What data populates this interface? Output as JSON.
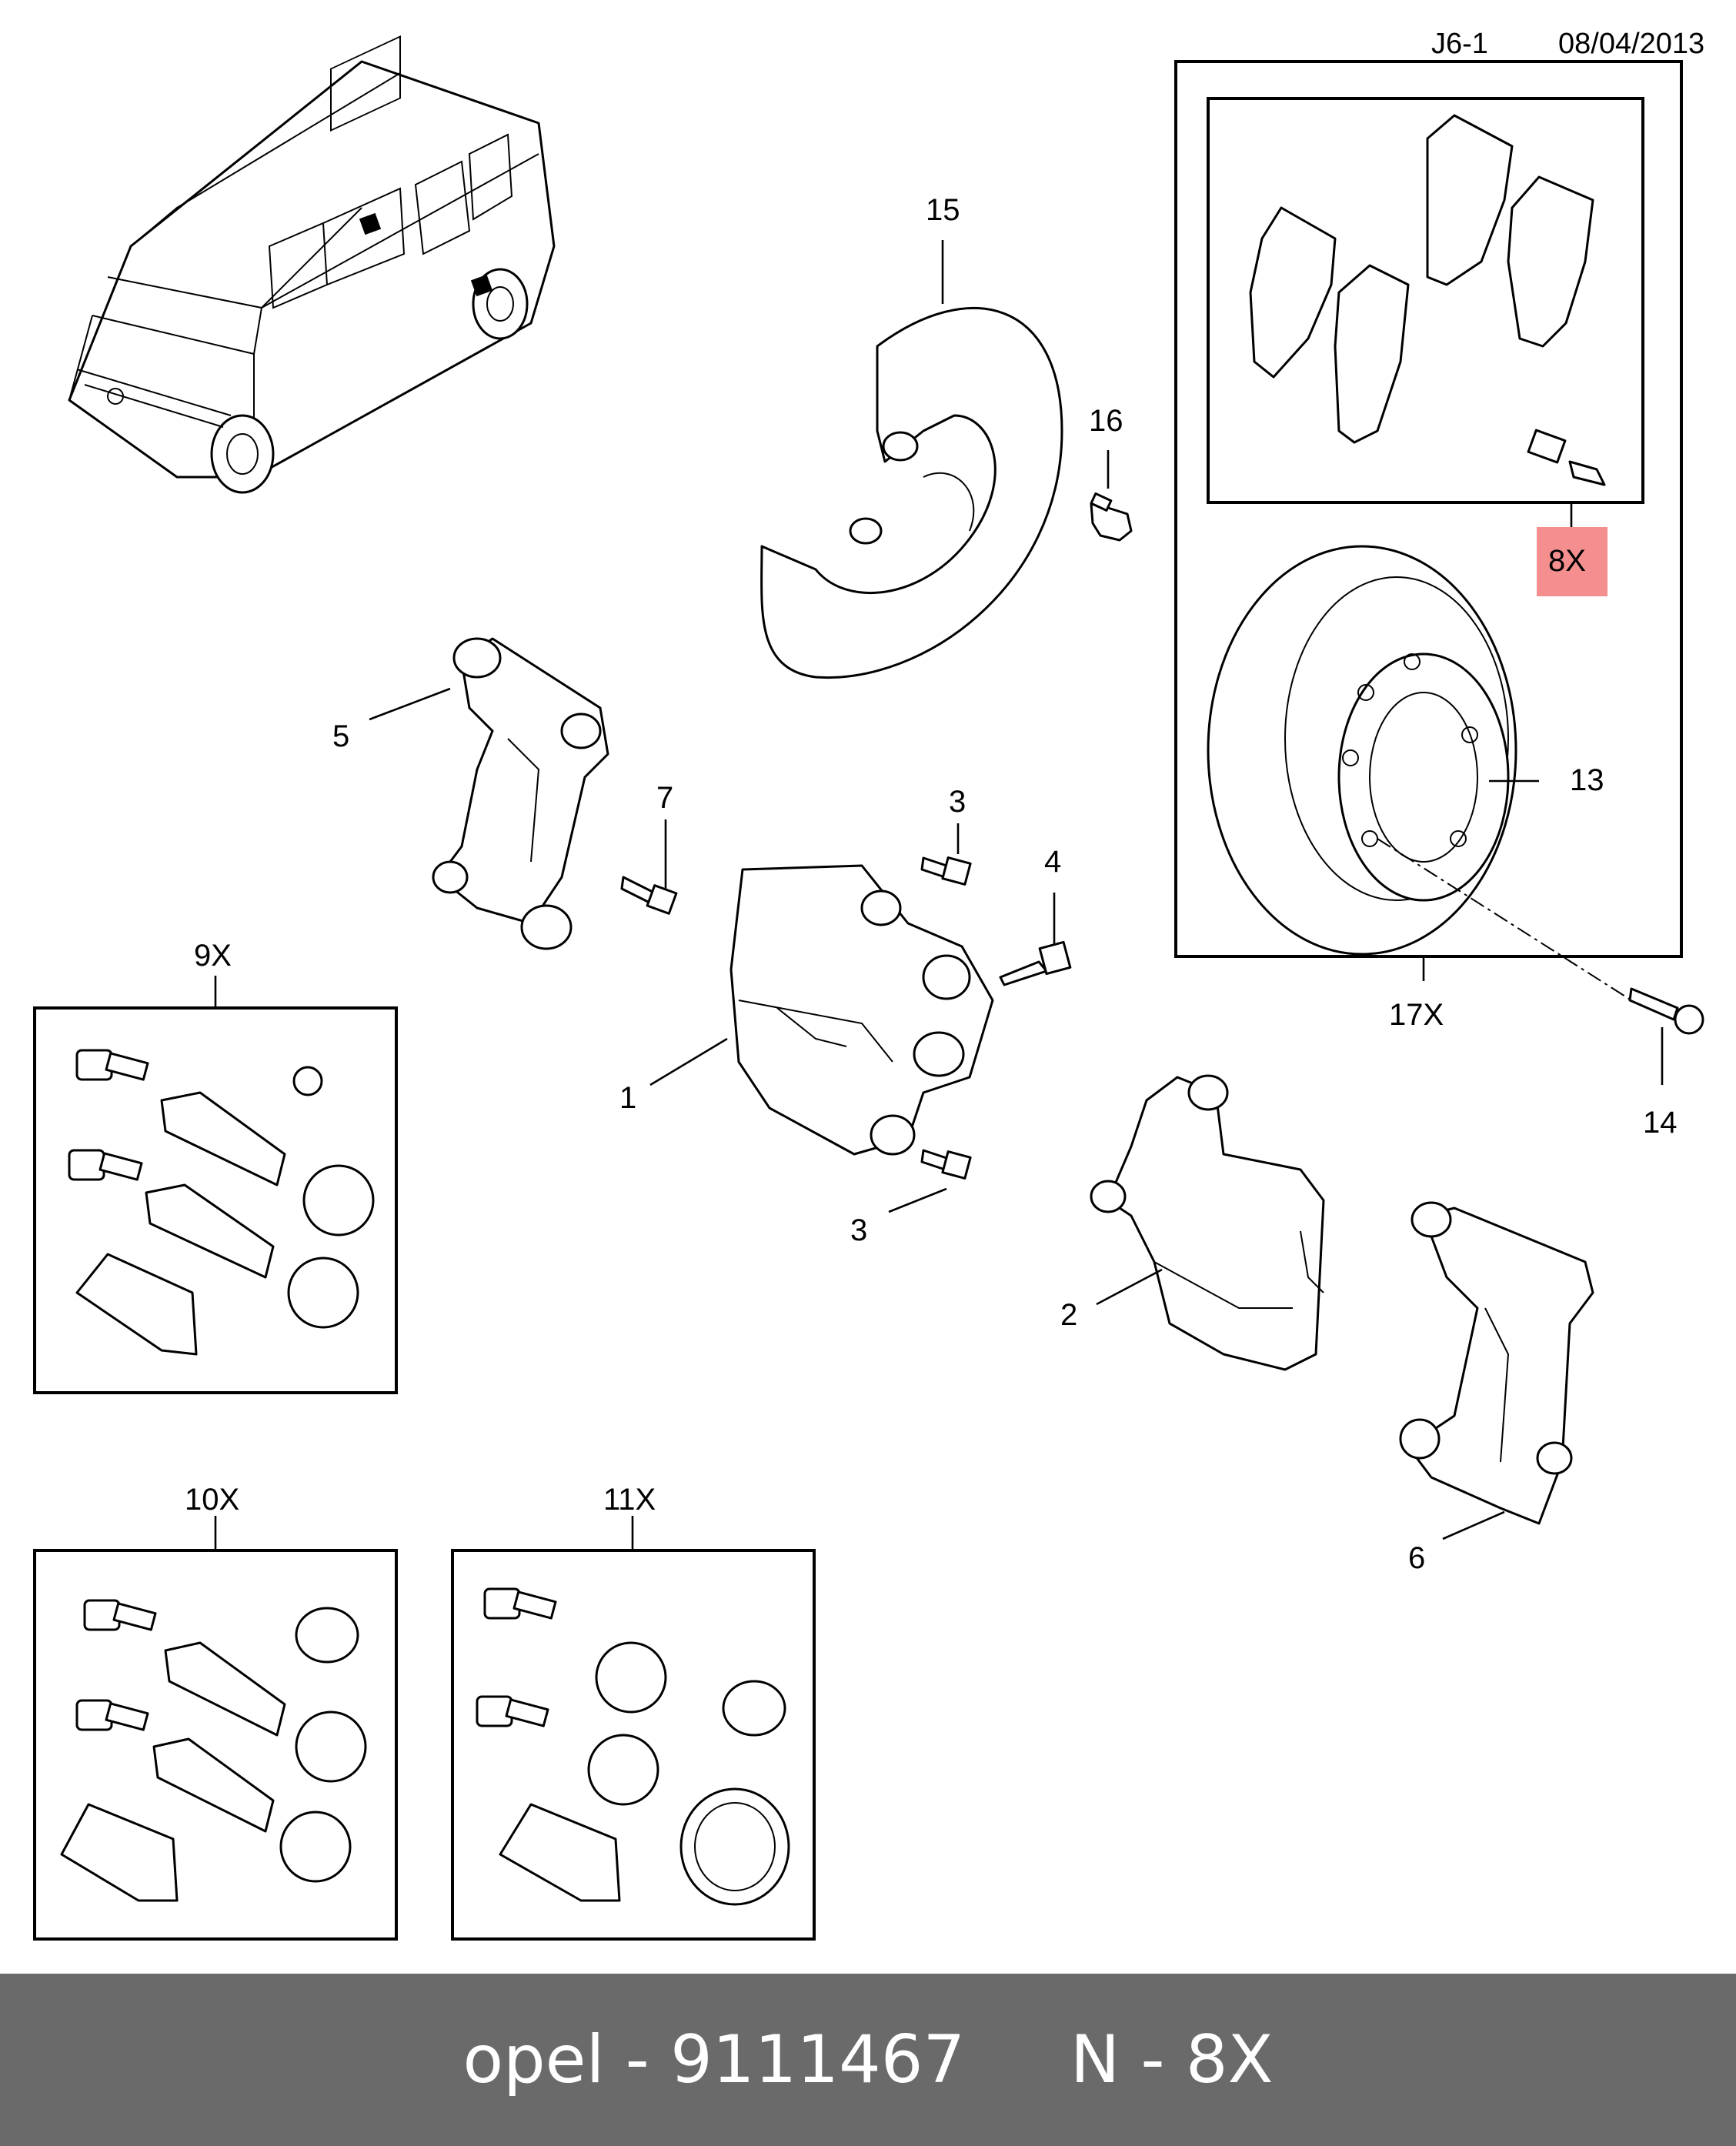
{
  "header": {
    "code": "J6-1",
    "date": "08/04/2013"
  },
  "callouts": {
    "c1": "1",
    "c2": "2",
    "c3a": "3",
    "c3b": "3",
    "c4": "4",
    "c5": "5",
    "c6": "6",
    "c7": "7",
    "c9x": "9X",
    "c10x": "10X",
    "c11x": "11X",
    "c13": "13",
    "c14": "14",
    "c15": "15",
    "c16": "16",
    "c17x": "17X",
    "c8x": "8X"
  },
  "highlight_color": "#f58f8f",
  "footer": {
    "brand": "opel",
    "part_number": "9111467",
    "ref": "N - 8X",
    "text": "opel - 9111467     N - 8X"
  }
}
